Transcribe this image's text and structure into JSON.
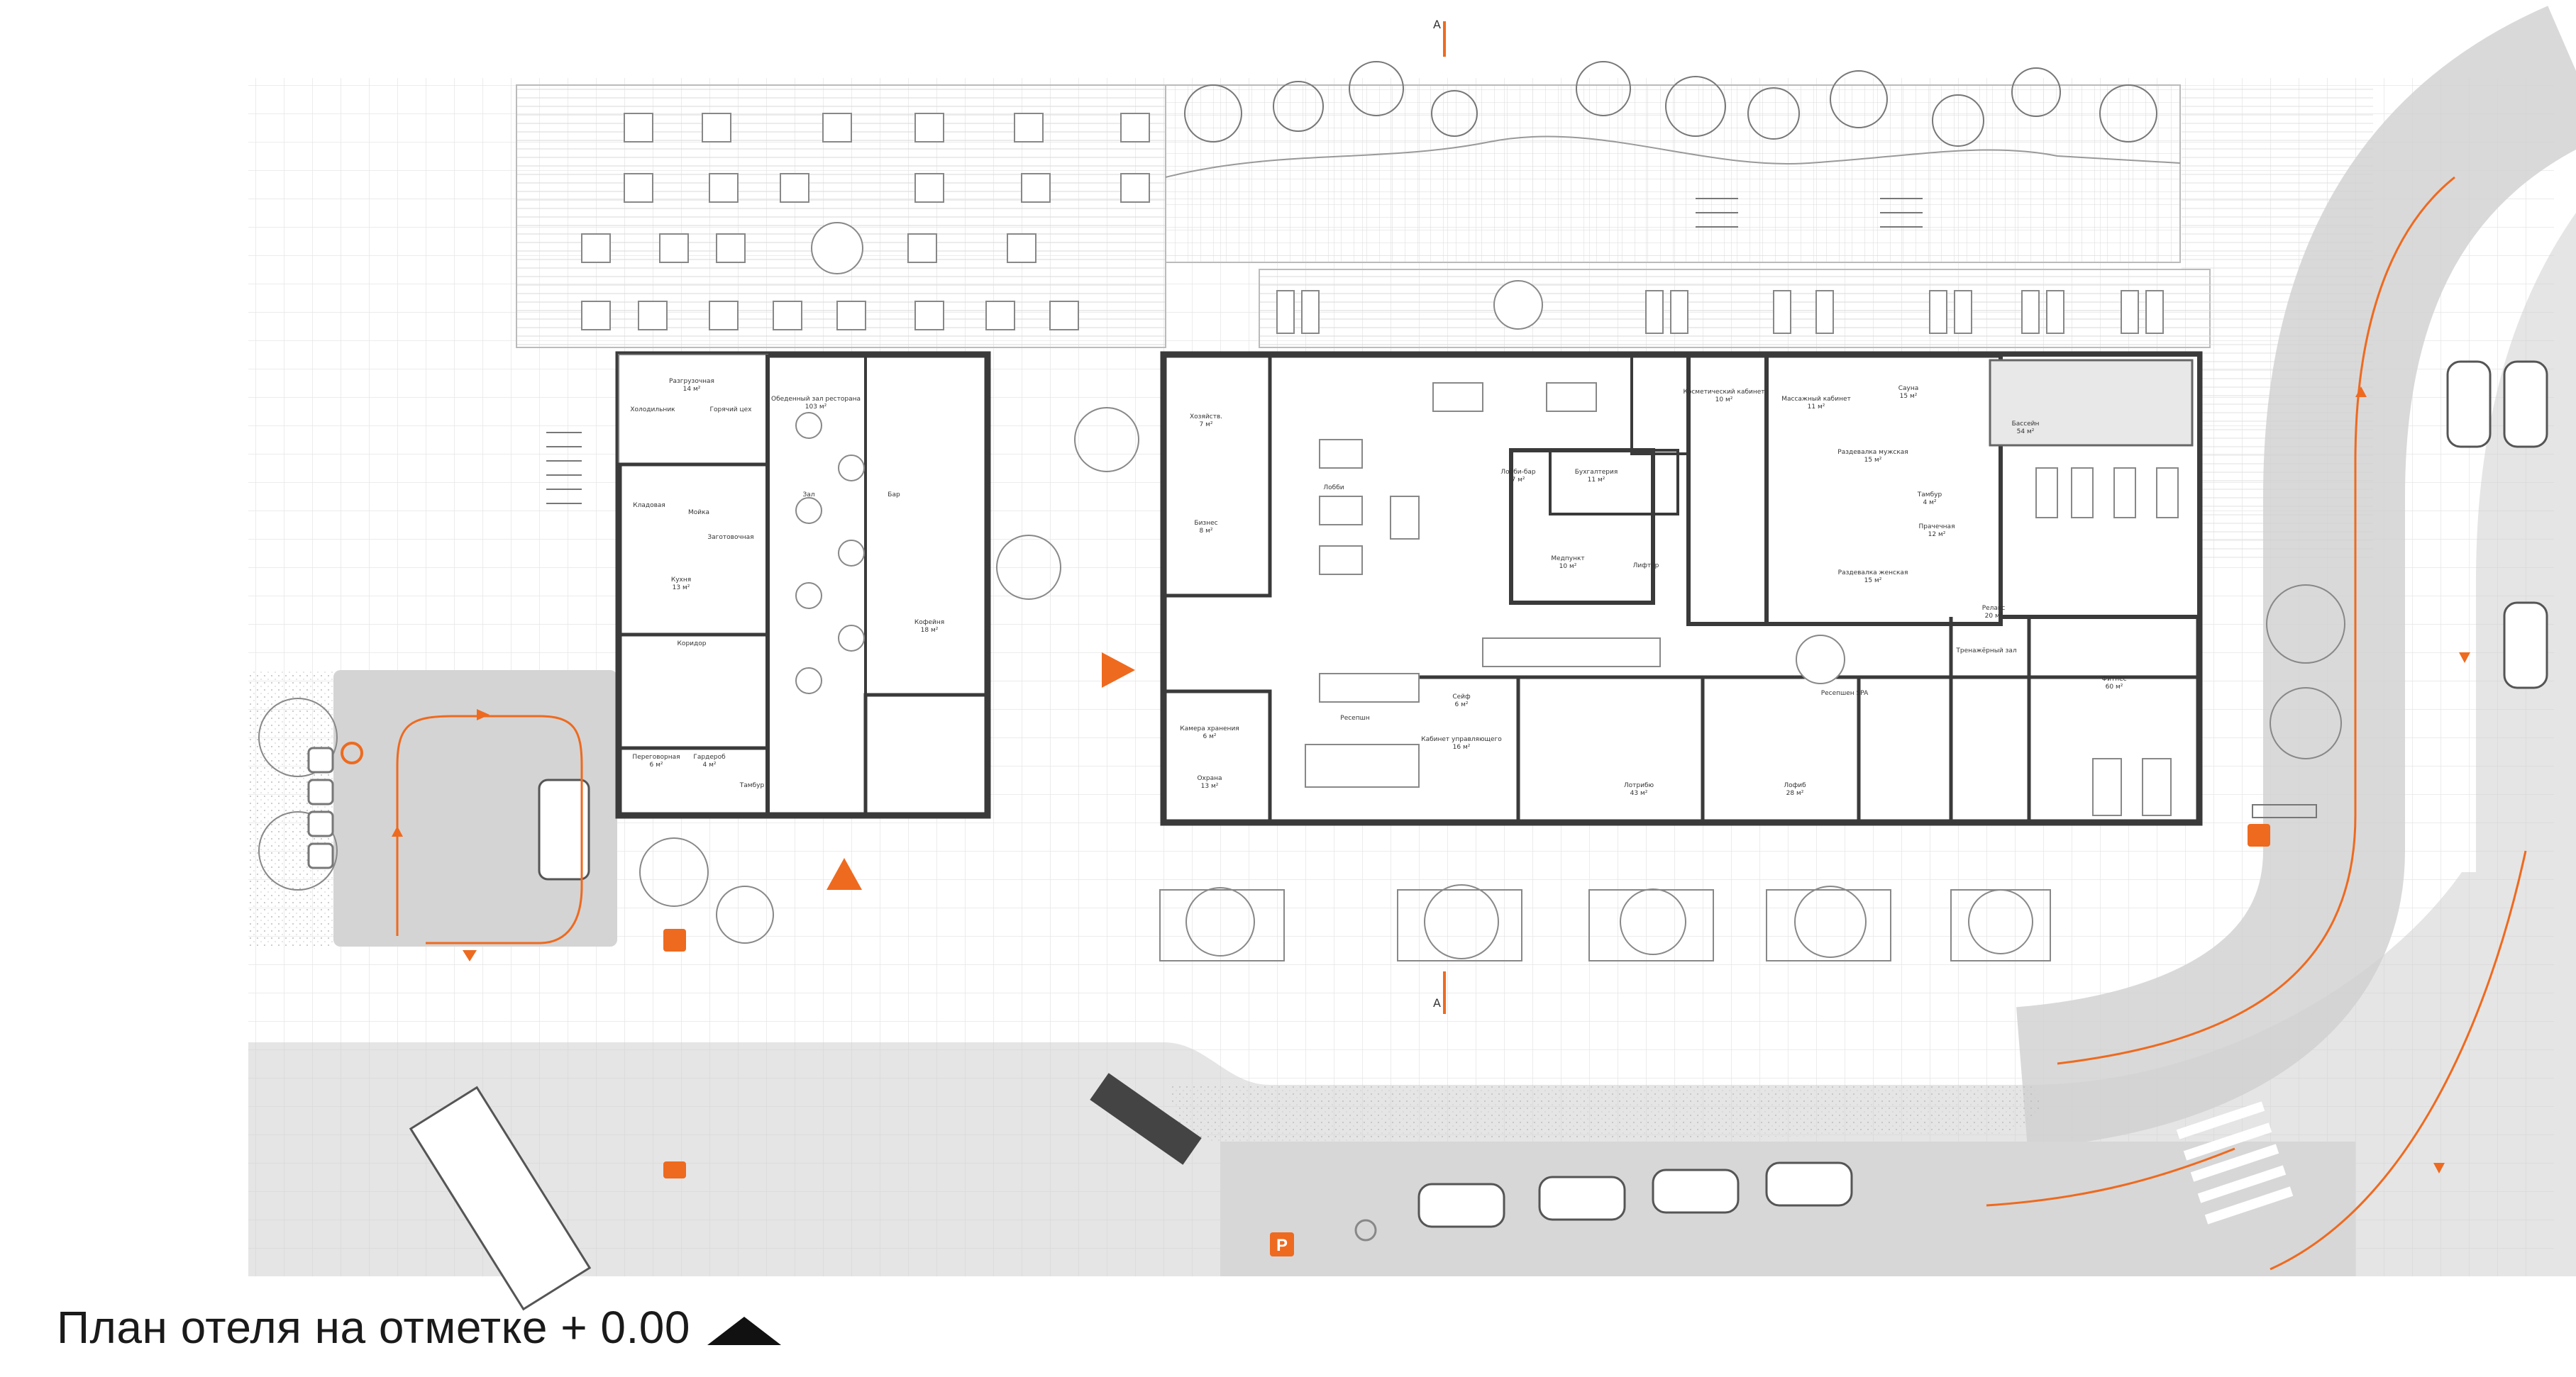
{
  "caption": {
    "title": "План отеля на отметке + 0.00",
    "north_marker": "north-triangle-icon"
  },
  "section_marks": {
    "top": "А",
    "bottom": "А"
  },
  "colors": {
    "accent": "#EE6A1F",
    "road": "#CFCFCF",
    "wall": "#3A3A3A",
    "grid": "#E4E4E4",
    "pavement": "#EDEDED"
  },
  "rooms_left": [
    {
      "name": "Обеденный зал ресторана",
      "area": "103 м²"
    },
    {
      "name": "Разгрузочная",
      "area": "14 м²"
    },
    {
      "name": "Холодильник",
      "area": ""
    },
    {
      "name": "Горячий цех",
      "area": ""
    },
    {
      "name": "Кладовая",
      "area": ""
    },
    {
      "name": "Мойка",
      "area": ""
    },
    {
      "name": "Заготовочная",
      "area": ""
    },
    {
      "name": "Кухня",
      "area": "13 м²"
    },
    {
      "name": "Коридор",
      "area": ""
    },
    {
      "name": "Переговорная",
      "area": "6 м²"
    },
    {
      "name": "Гардероб",
      "area": "4 м²"
    },
    {
      "name": "Кофейня",
      "area": "18 м²"
    },
    {
      "name": "Зал",
      "area": ""
    },
    {
      "name": "Бар",
      "area": ""
    },
    {
      "name": "Тамбур",
      "area": ""
    }
  ],
  "rooms_center": [
    {
      "name": "Лобби",
      "area": ""
    },
    {
      "name": "Лобби-бар",
      "area": "7 м²"
    },
    {
      "name": "Бухгалтерия",
      "area": "11 м²"
    },
    {
      "name": "Медпункт",
      "area": "10 м²"
    },
    {
      "name": "Ресепшн",
      "area": ""
    },
    {
      "name": "Сейф",
      "area": "6 м²"
    },
    {
      "name": "Кабинет управляющего",
      "area": "16 м²"
    },
    {
      "name": "Камера хранения",
      "area": "6 м²"
    },
    {
      "name": "Хозяйств.",
      "area": "7 м²"
    },
    {
      "name": "Бизнес",
      "area": "8 м²"
    },
    {
      "name": "Охрана",
      "area": "13 м²"
    },
    {
      "name": "Лифтёр",
      "area": ""
    }
  ],
  "rooms_right": [
    {
      "name": "Бассейн",
      "area": "54 м²"
    },
    {
      "name": "Сауна",
      "area": "15 м²"
    },
    {
      "name": "Раздевалка мужская",
      "area": "15 м²"
    },
    {
      "name": "Раздевалка женская",
      "area": "15 м²"
    },
    {
      "name": "Массажный кабинет",
      "area": "11 м²"
    },
    {
      "name": "Косметический кабинет",
      "area": "10 м²"
    },
    {
      "name": "Ресепшен SPA",
      "area": ""
    },
    {
      "name": "Тренажёрный зал",
      "area": ""
    },
    {
      "name": "Фитнес",
      "area": "60 м²"
    },
    {
      "name": "Релакс",
      "area": "20 м²"
    },
    {
      "name": "Прачечная",
      "area": "12 м²"
    },
    {
      "name": "Тамбур",
      "area": "4 м²"
    },
    {
      "name": "Лотрибю",
      "area": "43 м²"
    },
    {
      "name": "Лофиб",
      "area": "28 м²"
    }
  ],
  "icons": [
    "parking-icon",
    "accessible-parking-icon",
    "recycling-icon",
    "bus-icon",
    "bicycle-icon",
    "waste-icon",
    "entrance-arrow-icon",
    "traffic-direction-arrow-icon"
  ],
  "signs": {
    "parking_letter": "P"
  }
}
